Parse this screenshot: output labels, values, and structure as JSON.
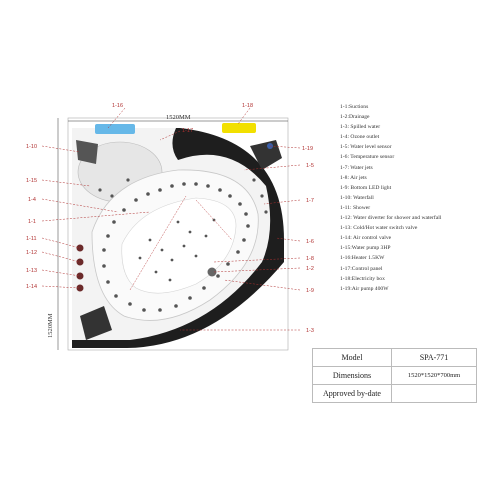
{
  "dimensions_top": "1520MM",
  "dimensions_side": "1520MM",
  "callouts": {
    "c1_16": "1-16",
    "c1_18": "1-18",
    "c1_17": "1-17",
    "c1_19": "1-19",
    "c1_10": "1-10",
    "c1_5": "1-5",
    "c1_15": "1-15",
    "c1_7": "1-7",
    "c1_4": "1-4",
    "c1_1": "1-1",
    "c1_6": "1-6",
    "c1_11": "1-11",
    "c1_12": "1-12",
    "c1_8": "1-8",
    "c1_2": "1-2",
    "c1_13": "1-13",
    "c1_14": "1-14",
    "c1_9": "1-9",
    "c1_3": "1-3"
  },
  "legend": [
    "1-1:Suctions",
    "1-2:Drainage",
    "1-3: Spilled water",
    "1-4: Ozone outlet",
    "1-5: Water level sensor",
    "1-6: Temperature sensor",
    "1-7: Water jets",
    "1-8: Air jets",
    "1-9: Bottom LED light",
    "1-10: Waterfall",
    "1-11: Shower",
    "1-12: Water diverter for shower and waterfall",
    "1-13: Cold/Hot water switch valve",
    "1-14: Air control valve",
    "1-15:Water pump 3HP",
    "1-16:Heater 1.5KW",
    "1-17:Control panel",
    "1-18:Electricity box",
    "1-19:Air pump 400W"
  ],
  "spec": {
    "model_label": "Model",
    "model_value": "SPA-771",
    "dimensions_label": "Dimensions",
    "dimensions_value": "1520*1520*700mm",
    "approved_label": "Approved by-date",
    "approved_value": ""
  },
  "colors": {
    "callout": "#b03030",
    "heater": "#66b8e8",
    "electricity_box": "#f2e000",
    "tub_body": "#1e1e1e"
  }
}
